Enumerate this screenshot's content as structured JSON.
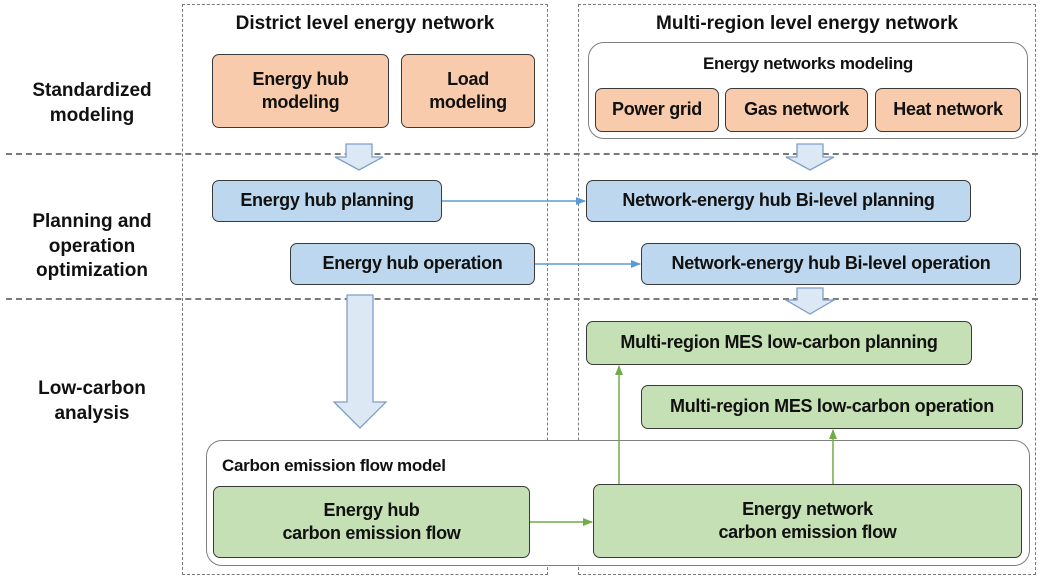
{
  "row_labels": {
    "modeling": "Standardized\nmodeling",
    "optimization": "Planning and\noperation\noptimization",
    "low_carbon": "Low-carbon\nanalysis"
  },
  "columns": {
    "district": "District level energy network",
    "multi_region": "Multi-region  level energy network"
  },
  "modeling": {
    "energy_hub": "Energy hub\nmodeling",
    "load": "Load\nmodeling",
    "networks_title": "Energy networks modeling",
    "power_grid": "Power grid",
    "gas_network": "Gas network",
    "heat_network": "Heat network"
  },
  "optimization": {
    "hub_planning": "Energy hub planning",
    "hub_operation": "Energy hub operation",
    "bilevel_planning": "Network-energy hub Bi-level planning",
    "bilevel_operation": "Network-energy hub Bi-level operation"
  },
  "low_carbon": {
    "mes_planning": "Multi-region MES low-carbon planning",
    "mes_operation": "Multi-region MES low-carbon operation",
    "cef_title": "Carbon emission flow model",
    "hub_cef": "Energy hub\ncarbon emission flow",
    "network_cef": "Energy network\ncarbon emission flow"
  },
  "colors": {
    "orange_fill": "#f8cbad",
    "blue_fill": "#bdd7ee",
    "green_fill": "#c5e0b4",
    "blue_arrow": "#5b9bd5",
    "green_arrow": "#70ad47",
    "block_arrow_fill": "#dde8f5",
    "block_arrow_stroke": "#7f9fc7"
  }
}
